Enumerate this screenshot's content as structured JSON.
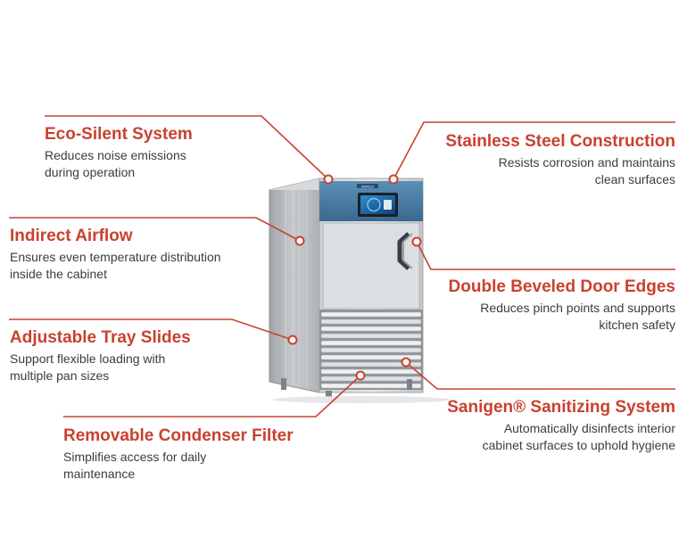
{
  "colors": {
    "accent": "#c9412f",
    "steel": "#c7cacd",
    "panel": "#4a7ea6"
  },
  "brand": "IRINOX",
  "callouts": [
    {
      "id": "eco",
      "title": "Eco-Silent System",
      "desc": [
        "Reduces noise emissions",
        "during operation"
      ]
    },
    {
      "id": "airflow",
      "title": "Indirect Airflow",
      "desc": [
        "Ensures even temperature distribution",
        "inside the cabinet"
      ]
    },
    {
      "id": "tray",
      "title": "Adjustable Tray Slides",
      "desc": [
        "Support flexible loading with",
        "multiple pan sizes"
      ]
    },
    {
      "id": "filter",
      "title": "Removable Condenser Filter",
      "desc": [
        "Simplifies access for daily",
        "maintenance"
      ]
    },
    {
      "id": "steel",
      "title": "Stainless Steel Construction",
      "desc": [
        "Resists corrosion and maintains",
        "clean surfaces"
      ]
    },
    {
      "id": "door",
      "title": "Double Beveled Door Edges",
      "desc": [
        "Reduces pinch points and supports",
        "kitchen safety"
      ]
    },
    {
      "id": "sanigen",
      "title": "Sanigen® Sanitizing System",
      "desc": [
        "Automatically disinfects interior",
        "cabinet surfaces to uphold hygiene"
      ]
    }
  ]
}
